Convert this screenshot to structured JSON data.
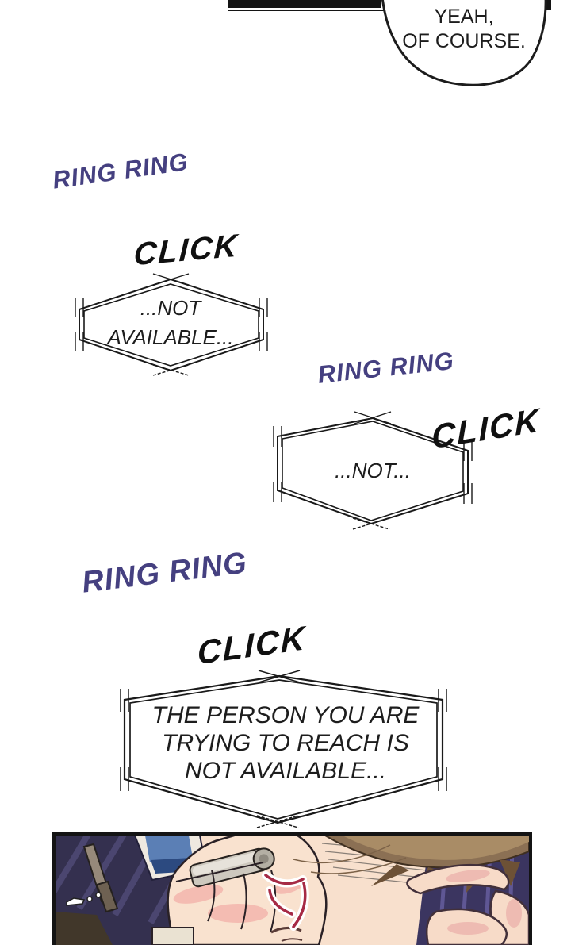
{
  "colors": {
    "sfx_purple": "#454080",
    "ink_black": "#141414",
    "anger_red": "#a62a45",
    "fabric_navy": "#34304f"
  },
  "speech_bubble": {
    "line1": "YEAH,",
    "line2": "OF COURSE."
  },
  "sfx": {
    "ring1": "RING RING",
    "click1": "CLICK",
    "ring2": "RING RING",
    "click2": "CLICK",
    "ring3": "RING RING",
    "click3": "CLICK"
  },
  "phone_messages": {
    "msg1_line1": "...NOT",
    "msg1_line2": "AVAILABLE...",
    "msg2_line1": "...NOT...",
    "msg3_line1": "THE PERSON YOU ARE",
    "msg3_line2": "TRYING TO REACH IS",
    "msg3_line3": "NOT AVAILABLE..."
  }
}
